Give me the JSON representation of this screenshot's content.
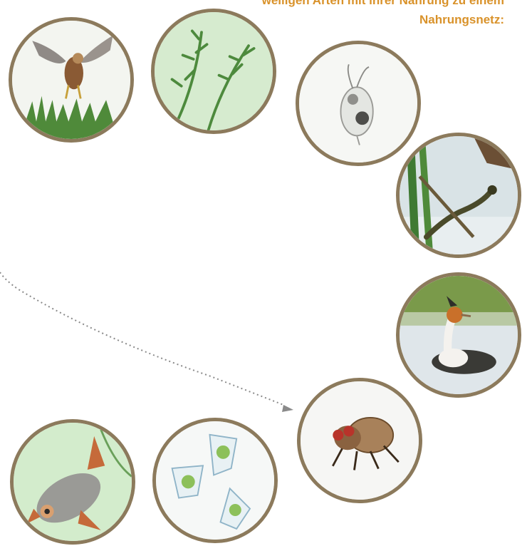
{
  "instruction": {
    "line1": "weiligen Arten mit ihrer Nahrung zu einem",
    "line2": "Nahrungsnetz:"
  },
  "colors": {
    "heading": "#d9922a",
    "circle_border": "#8c7a5c",
    "arrow": "#8a8a8a"
  },
  "species": [
    {
      "icon": "marsh-harrier-icon"
    },
    {
      "icon": "waterweed-icon"
    },
    {
      "icon": "water-flea-icon"
    },
    {
      "icon": "grass-snake-icon"
    },
    {
      "icon": "great-crested-grebe-icon"
    },
    {
      "icon": "fly-icon"
    },
    {
      "icon": "roach-fish-icon"
    },
    {
      "icon": "algae-icon"
    }
  ],
  "connector": {
    "style": "dotted",
    "direction": "to fly"
  }
}
